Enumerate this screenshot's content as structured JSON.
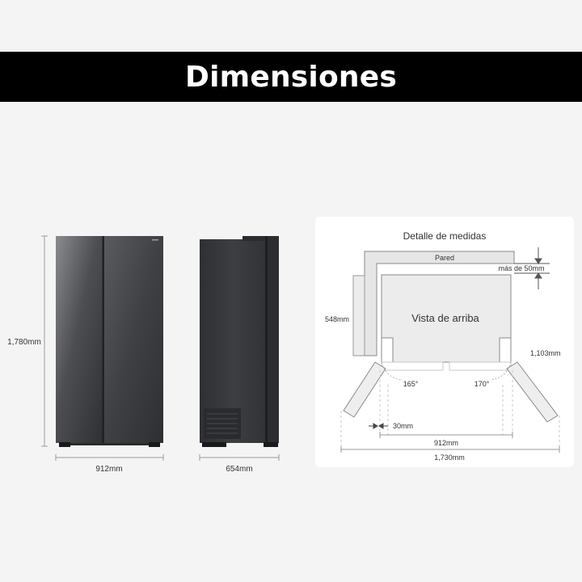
{
  "title": "Dimensiones",
  "colors": {
    "background": "#f4f4f4",
    "banner": "#000000",
    "banner_text": "#ffffff",
    "fridge_front": "#3d3d40",
    "fridge_side": "#34363a",
    "panel": "#ffffff",
    "line": "#9a9a9a",
    "fill_light": "#e6e6e6"
  },
  "front_view": {
    "height_label": "1,780mm",
    "width_label": "912mm"
  },
  "side_view": {
    "depth_label": "654mm"
  },
  "top_view": {
    "panel_title": "Detalle de medidas",
    "wall_label": "Pared",
    "clearance_label": "más de 50mm",
    "view_label": "Vista de arriba",
    "depth_label": "548mm",
    "open_depth_label": "1,103mm",
    "left_angle": "165°",
    "right_angle": "170°",
    "gap_label": "30mm",
    "width_label": "912mm",
    "open_width_label": "1,730mm"
  }
}
